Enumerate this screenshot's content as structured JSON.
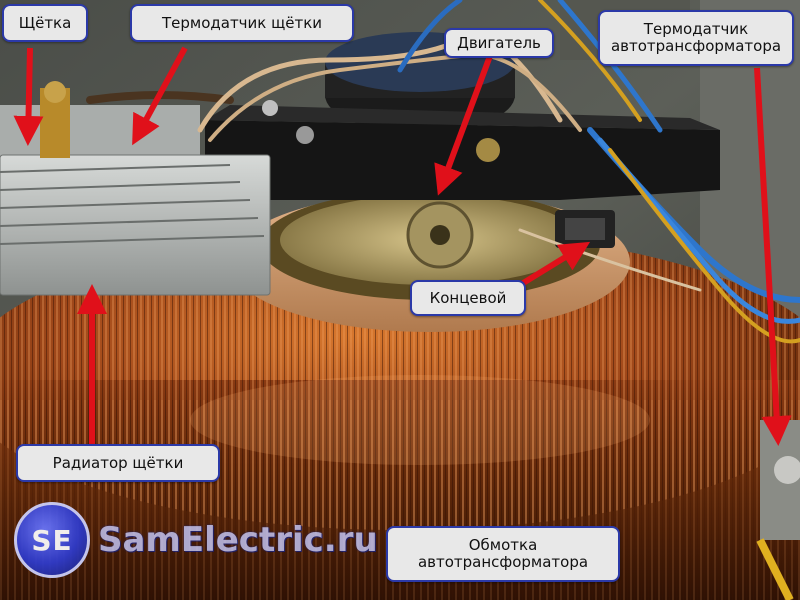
{
  "labels": {
    "brush": "Щётка",
    "brush_sensor": "Термодатчик щётки",
    "motor": "Двигатель",
    "transformer_sensor_line1": "Термодатчик",
    "transformer_sensor_line2": "автотрансформатора",
    "limit_switch": "Концевой",
    "brush_radiator": "Радиатор щётки",
    "winding_line1": "Обмотка",
    "winding_line2": "автотрансформатора"
  },
  "watermark": {
    "logo_text": "SE",
    "site": "SamElectric.ru"
  },
  "colors": {
    "arrow": "#e0101a",
    "label_border": "#2b39a8",
    "label_bg": "#e8e8e8"
  }
}
